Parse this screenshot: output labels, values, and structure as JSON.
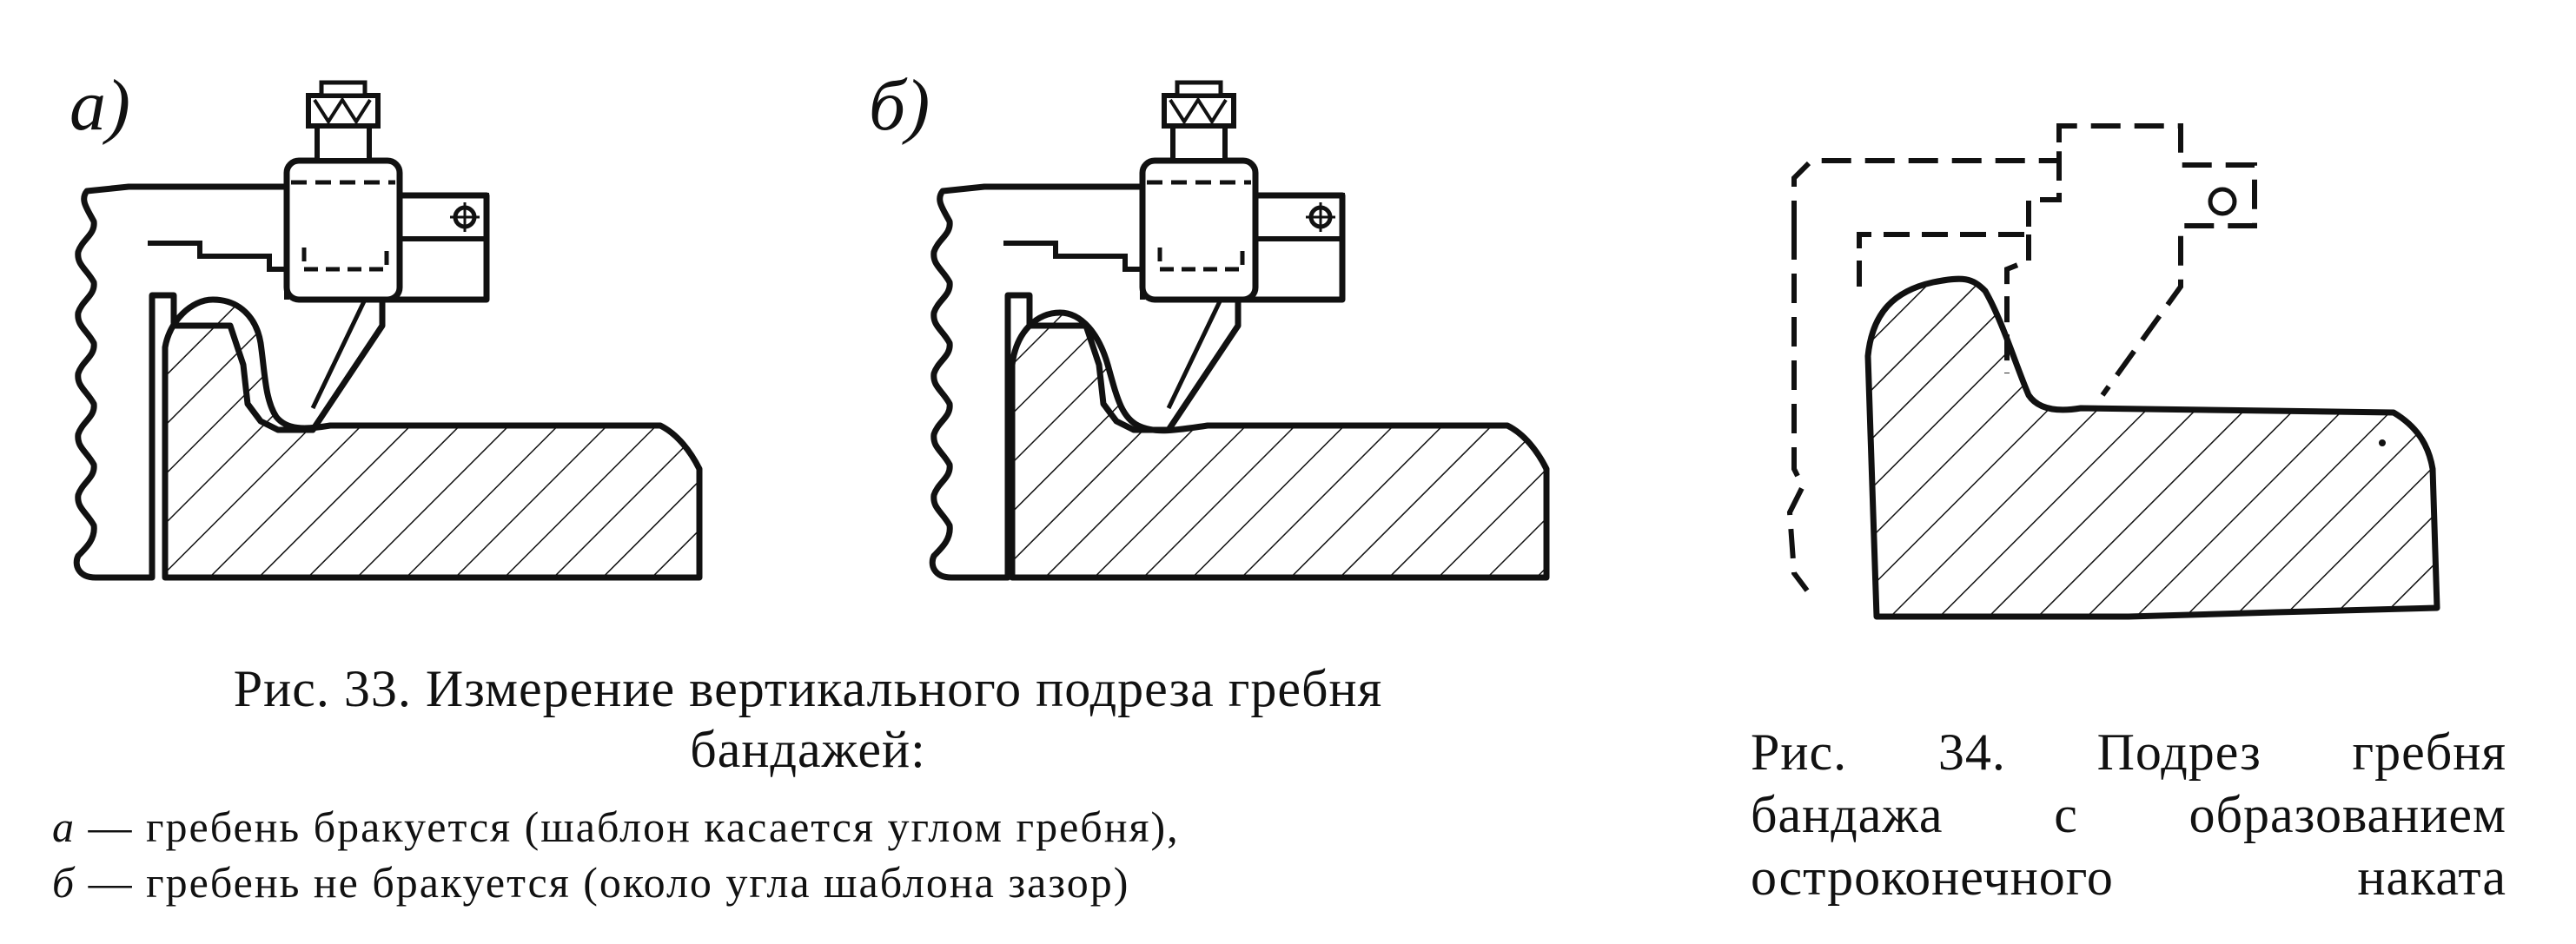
{
  "figure33": {
    "label_a": "а)",
    "label_b": "б)",
    "caption_title_line1": "Рис. 33. Измерение вертикального подреза гребня",
    "caption_title_line2": "бандажей:",
    "items": [
      {
        "marker": "а",
        "text": " — гребень бракуется (шаблон касается углом гребня),"
      },
      {
        "marker": "б",
        "text": " — гребень не бракуется (около угла шаблона зазор)"
      }
    ]
  },
  "figure34": {
    "caption_line1": "Рис. 34. Подрез гребня",
    "caption_line2": "бандажа с образованием",
    "caption_line3": "остроконечного наката"
  },
  "colors": {
    "ink": "#111111",
    "paper": "#ffffff"
  }
}
